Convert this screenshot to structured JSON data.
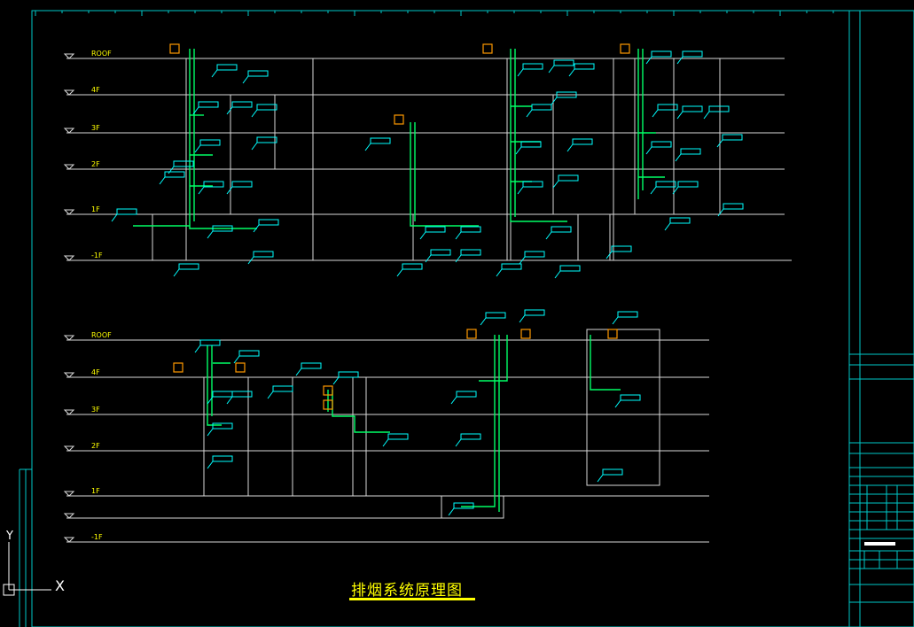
{
  "drawing": {
    "title": "排烟系统原理图",
    "colors": {
      "background": "#000000",
      "frame": "#00c8c8",
      "floor_line": "#e0e0e0",
      "label": "#ffff00",
      "duct": "#00ff66",
      "annotation": "#00ffff",
      "equipment": "#ff9900"
    }
  },
  "upper_floor_labels": [
    "ROOF",
    "4F",
    "3F",
    "2F",
    "1F",
    "-1F"
  ],
  "lower_floor_labels": [
    "ROOF",
    "4F",
    "3F",
    "2F",
    "1F",
    "",
    "-1F"
  ],
  "ucs": {
    "x_label": "X",
    "y_label": "Y"
  }
}
